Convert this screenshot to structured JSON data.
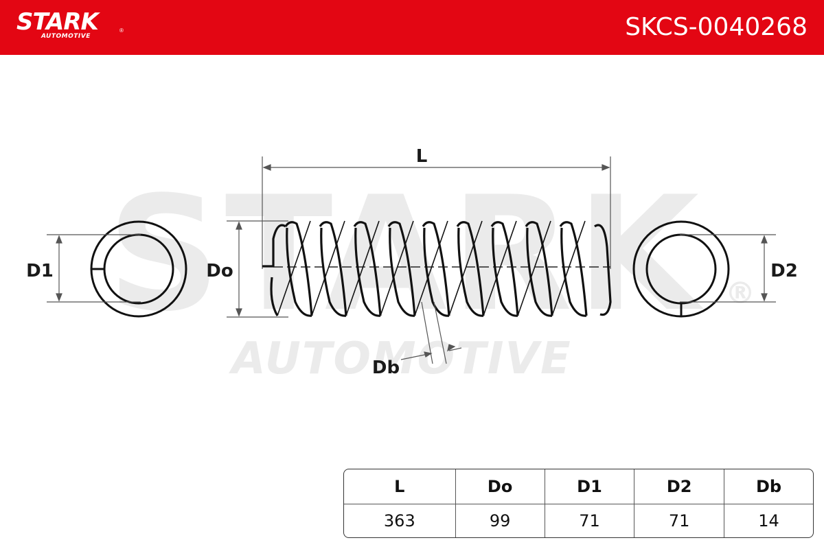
{
  "header": {
    "brand": "STARK",
    "brand_mark": "®",
    "brand_sub": "AUTOMOTIVE",
    "part_number": "SKCS-0040268",
    "background_color": "#e30613"
  },
  "watermark": {
    "main": "STARK",
    "sub": "AUTOMOTIVE",
    "mark": "®"
  },
  "diagram": {
    "labels": {
      "length": "L",
      "outer_diameter": "Do",
      "end_diameter_1": "D1",
      "end_diameter_2": "D2",
      "wire_diameter": "Db"
    }
  },
  "specs": {
    "headers": [
      "L",
      "Do",
      "D1",
      "D2",
      "Db"
    ],
    "values": [
      "363",
      "99",
      "71",
      "71",
      "14"
    ]
  }
}
